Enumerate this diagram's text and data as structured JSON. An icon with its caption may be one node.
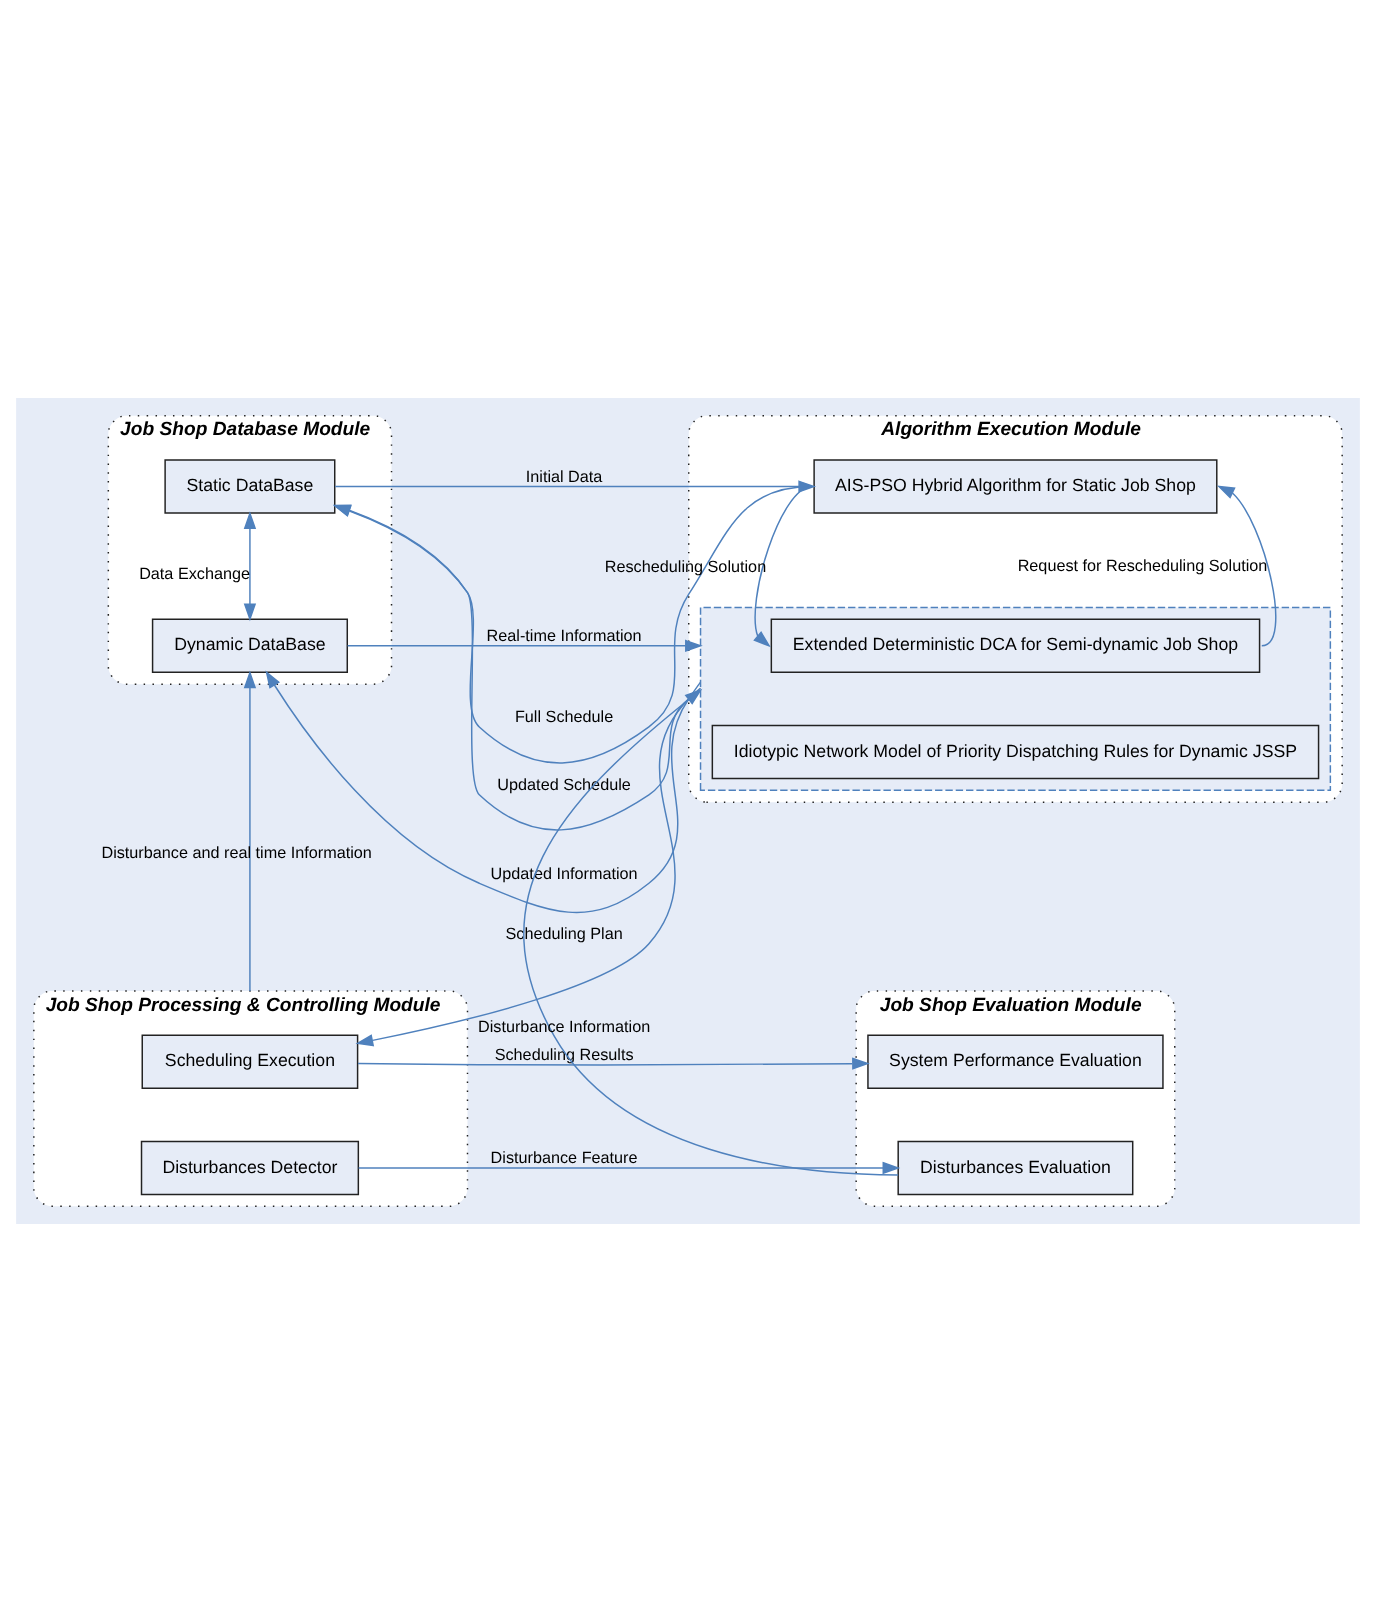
{
  "diagram": {
    "nodes": [
      {
        "text": [
          "Job Shop Database Module"
        ]
      },
      {
        "text": [
          "Static DataBase"
        ],
        "in": 0
      },
      {
        "text": [
          "Dynamic DataBase"
        ],
        "in": 0
      },
      {
        "text": [
          "Algorithm Execution Module"
        ]
      },
      {
        "text": [
          "AIS-PSO Hybrid Algorithm for Static Job Shop"
        ],
        "in": 3
      },
      {
        "text": [],
        "shape": "box",
        "in": 3
      },
      {
        "text": [
          "Extended Deterministic DCA for Semi-dynamic Job Shop"
        ],
        "in": 5
      },
      {
        "text": [
          "Idiotypic Network Model of Priority Dispatching Rules for Dynamic JSSP"
        ],
        "in": 5
      },
      {
        "text": [
          "Job Shop Processing & Controlling Module"
        ]
      },
      {
        "text": [
          "Scheduling Execution"
        ],
        "in": 8
      },
      {
        "text": [
          "Disturbances Detector"
        ],
        "in": 8
      },
      {
        "text": [
          "Job Shop Evaluation Module"
        ]
      },
      {
        "text": [
          "System Performance Evaluation"
        ],
        "in": 11
      },
      {
        "text": [
          "Disturbances Evaluation"
        ],
        "in": 11
      }
    ],
    "edges": [
      {
        "from": 1,
        "to": 4,
        "arrow": "to",
        "label": "Initial Data"
      },
      {
        "from": 4,
        "to": 1,
        "arrow": "to",
        "label": "Full Schedule"
      },
      {
        "from": 1,
        "to": 2,
        "arrow": "both",
        "label": "Data Exchange"
      },
      {
        "from": 4,
        "to": 6,
        "arrow": "to",
        "label": "Rescheduling Solution"
      },
      {
        "from": 6,
        "to": 4,
        "arrow": "to",
        "label": "Request for Rescheduling Solution"
      },
      {
        "from": 5,
        "to": 1,
        "arrow": "to",
        "label": "Updated Schedule"
      },
      {
        "from": 2,
        "to": 5,
        "arrow": "to",
        "label": "Real-time Information"
      },
      {
        "from": 5,
        "to": 2,
        "arrow": "to",
        "label": "Updated Information"
      },
      {
        "from": 5,
        "to": 9,
        "arrow": "to",
        "label": "Scheduling Plan"
      },
      {
        "from": 8,
        "to": 2,
        "arrow": "to",
        "label": "Disturbance and real time Information"
      },
      {
        "from": 9,
        "to": 12,
        "arrow": "to",
        "label": "Scheduling Results"
      },
      {
        "from": 10,
        "to": 13,
        "arrow": "to",
        "label": "Disturbance Feature"
      },
      {
        "from": 13,
        "to": 5,
        "arrow": "to",
        "label": "Disturbance Information"
      }
    ]
  }
}
